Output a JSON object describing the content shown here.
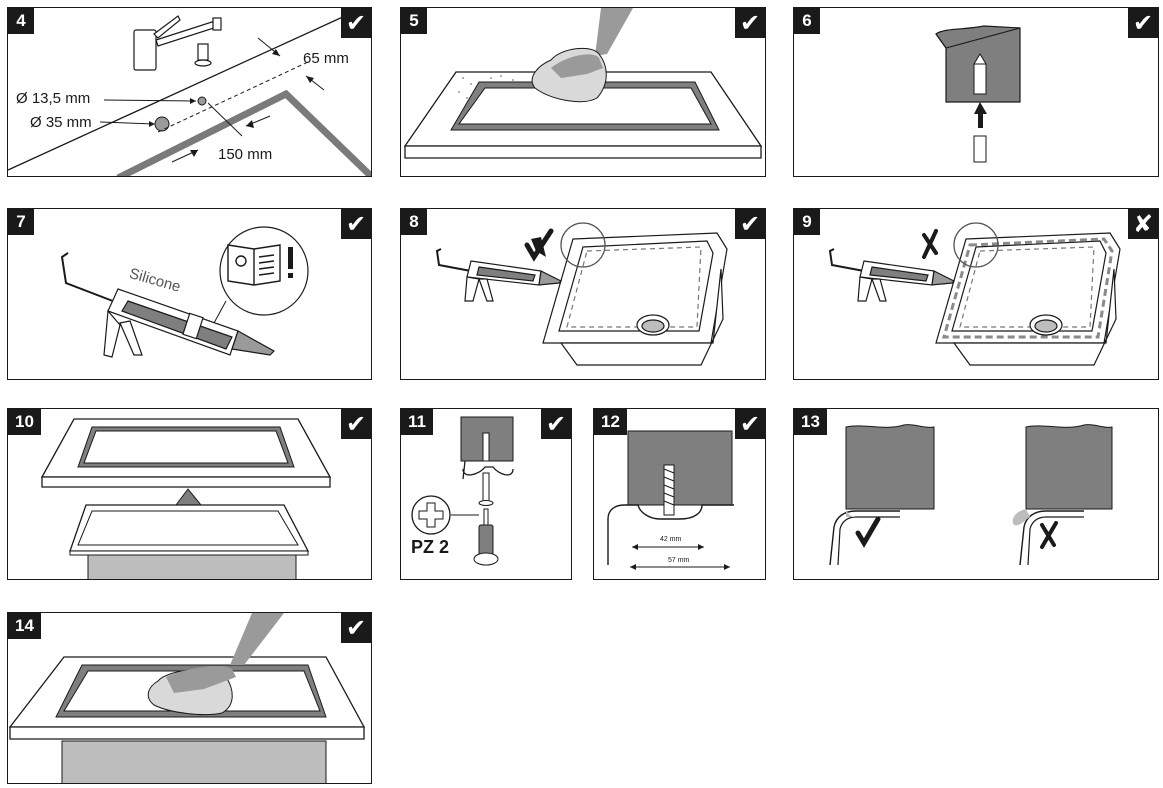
{
  "steps": [
    {
      "number": "4",
      "status": "ok",
      "labels": {
        "gap": "65 mm",
        "hole_small": "Ø 13,5 mm",
        "hole_large": "Ø 35 mm",
        "edge": "150 mm"
      }
    },
    {
      "number": "5",
      "status": "ok"
    },
    {
      "number": "6",
      "status": "ok"
    },
    {
      "number": "7",
      "status": "ok",
      "labels": {
        "tube": "Silicone"
      }
    },
    {
      "number": "8",
      "status": "ok"
    },
    {
      "number": "9",
      "status": "wrong"
    },
    {
      "number": "10",
      "status": "ok"
    },
    {
      "number": "11",
      "status": "ok",
      "labels": {
        "bit": "PZ 2"
      }
    },
    {
      "number": "12",
      "status": "ok",
      "labels": {
        "inner": "42 mm",
        "outer": "57 mm"
      }
    },
    {
      "number": "13",
      "status": "ok"
    },
    {
      "number": "14",
      "status": "ok"
    }
  ],
  "symbols": {
    "ok": "✔",
    "wrong": "✘"
  },
  "icons": [
    "check-icon",
    "cross-icon",
    "manual-icon",
    "warning-icon",
    "phillips-bit-icon",
    "hand-icon",
    "arrow-up-icon",
    "caulking-gun-icon"
  ],
  "colors": {
    "ink": "#1a1a1a",
    "fill_gray": "#8a8a8a",
    "light_gray": "#bdbdbd"
  }
}
